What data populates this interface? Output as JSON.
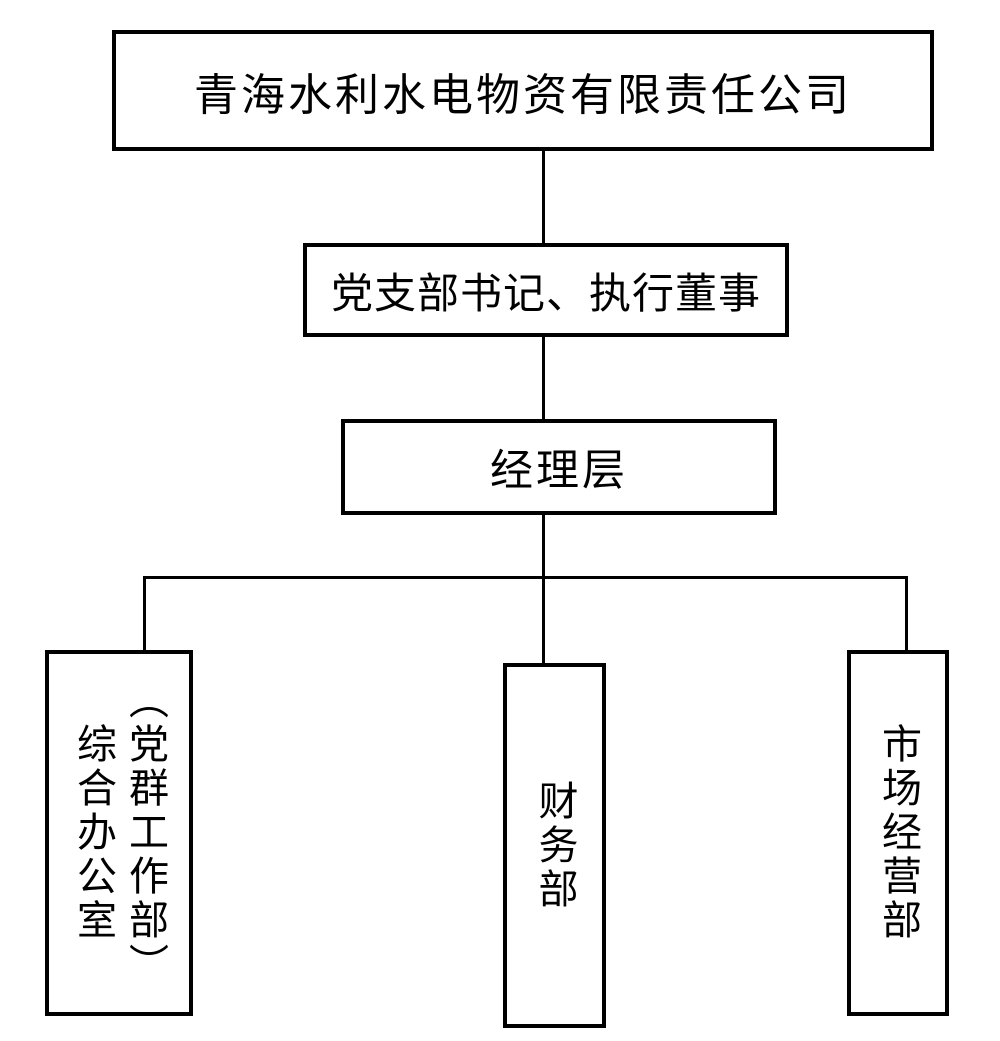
{
  "colors": {
    "background": "#ffffff",
    "line": "#000000",
    "text": "#000000"
  },
  "org_chart": {
    "type": "organization-chart",
    "root": {
      "label": "青海水利水电物资有限责任公司"
    },
    "level2": {
      "label": "党支部书记、执行董事"
    },
    "level3": {
      "label": "经理层"
    },
    "departments": [
      {
        "label": "综合办公室（党群工作部）",
        "display_lines": [
          "综合办公室",
          "（党群工作部）"
        ]
      },
      {
        "label": "财务部"
      },
      {
        "label": "市场经营部"
      }
    ],
    "hierarchy": [
      {
        "from": "青海水利水电物资有限责任公司",
        "to": "党支部书记、执行董事"
      },
      {
        "from": "党支部书记、执行董事",
        "to": "经理层"
      },
      {
        "from": "经理层",
        "to": "综合办公室（党群工作部）"
      },
      {
        "from": "经理层",
        "to": "财务部"
      },
      {
        "from": "经理层",
        "to": "市场经营部"
      }
    ]
  }
}
